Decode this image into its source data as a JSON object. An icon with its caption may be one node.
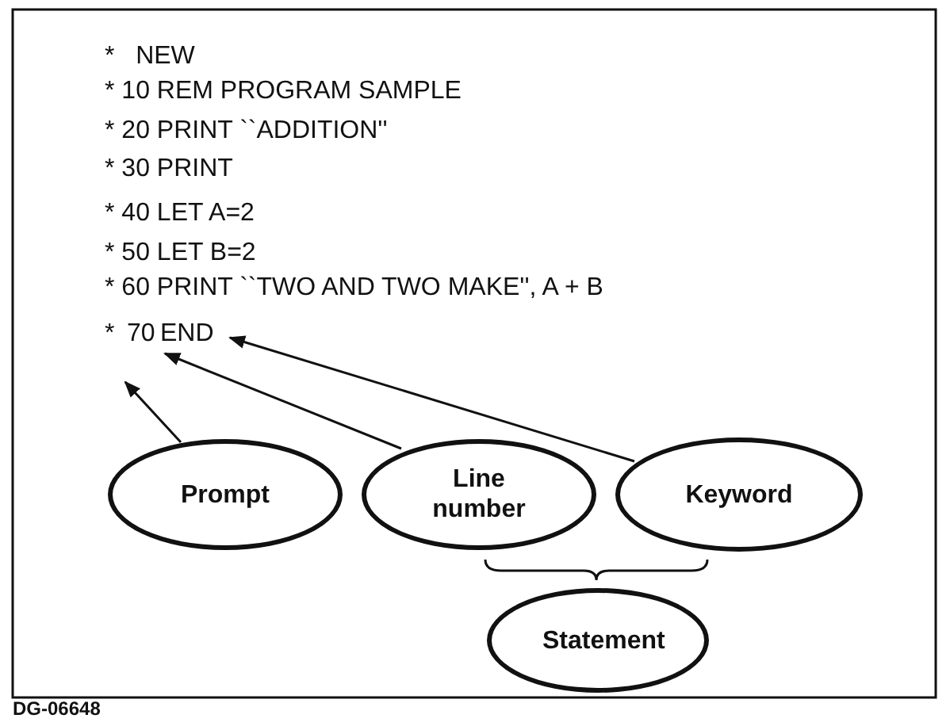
{
  "diagram": {
    "nodes": [
      {
        "text": [
          "*"
        ]
      },
      {
        "text": [
          "70"
        ]
      },
      {
        "text": [
          "END"
        ]
      },
      {
        "text": [
          "Prompt"
        ]
      },
      {
        "text": [
          "Line number"
        ]
      },
      {
        "text": [
          "Keyword"
        ]
      },
      {
        "text": [
          "Statement"
        ]
      }
    ],
    "edges": [
      {
        "from": 3,
        "to": 0,
        "arrow": "to"
      },
      {
        "from": 4,
        "to": 1,
        "arrow": "to"
      },
      {
        "from": 5,
        "to": 2,
        "arrow": "to"
      }
    ],
    "labels": [
      "*   NEW",
      "* 10 REM PROGRAM SAMPLE",
      "* 20 PRINT ``ADDITION''",
      "* 30 PRINT",
      "* 40 LET A=2",
      "* 50 LET B=2",
      "* 60 PRINT ``TWO AND TWO MAKE'', A + B",
      "DG-06648"
    ]
  }
}
